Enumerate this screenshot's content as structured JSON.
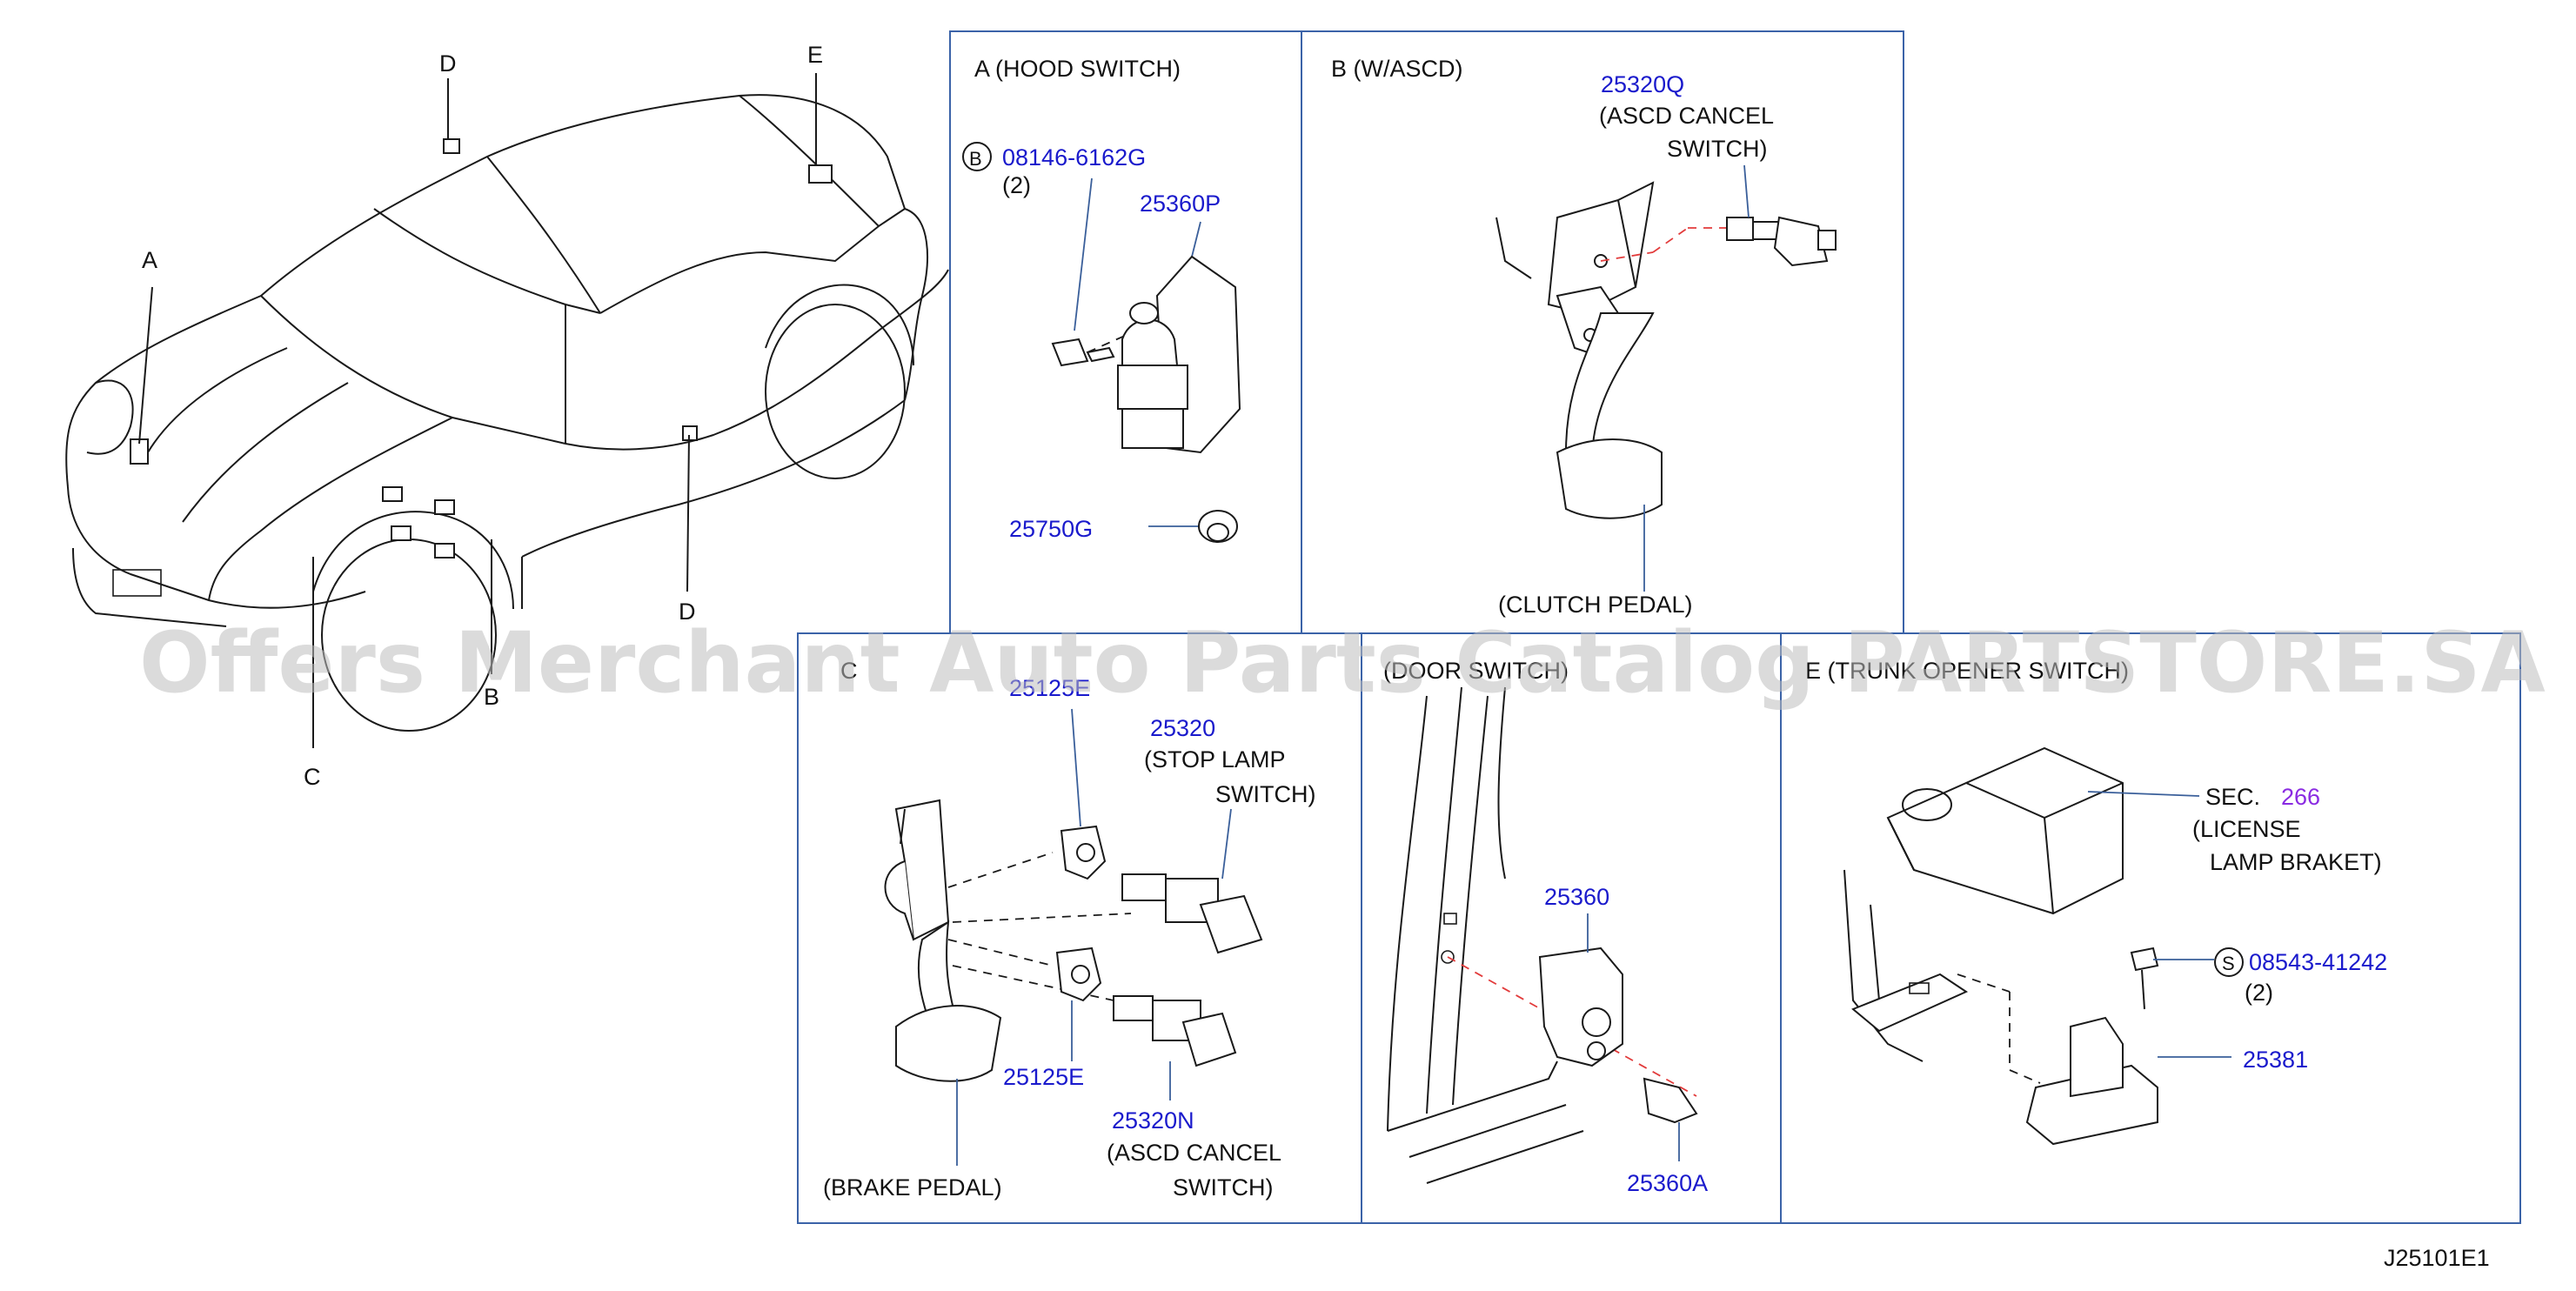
{
  "colors": {
    "part_number": "#1a1acc",
    "section_ref": "#8a2be2",
    "panel_border": "#3b63a8",
    "hidden_line": "#e23b3b",
    "watermark": "#bdbdbd"
  },
  "overview": {
    "callouts": [
      "A",
      "B",
      "C",
      "D",
      "D",
      "E"
    ]
  },
  "panels": {
    "A": {
      "title": "A (HOOD SWITCH)",
      "bolt_prefix": "B",
      "bolt_number": "08146-6162G",
      "bolt_qty": "(2)",
      "switch_number": "25360P",
      "clip_number": "25750G"
    },
    "B": {
      "title": "B (W/ASCD)",
      "switch_number": "25320Q",
      "switch_name_1": "(ASCD CANCEL",
      "switch_name_2": "SWITCH)",
      "pedal_label": "(CLUTCH PEDAL)"
    },
    "C": {
      "title": "C",
      "clip_top_number": "25125E",
      "stop_number": "25320",
      "stop_name_1": "(STOP LAMP",
      "stop_name_2": "SWITCH)",
      "clip_bottom_number": "25125E",
      "ascd_number": "25320N",
      "ascd_name_1": "(ASCD CANCEL",
      "ascd_name_2": "SWITCH)",
      "pedal_label": "(BRAKE PEDAL)"
    },
    "D": {
      "title": "(DOOR SWITCH)",
      "switch_number": "25360",
      "screw_number": "25360A"
    },
    "E": {
      "title": "E (TRUNK OPENER SWITCH)",
      "sec_prefix": "SEC.",
      "sec_number": "266",
      "sec_name_1": "(LICENSE",
      "sec_name_2": "LAMP BRAKET)",
      "screw_prefix": "S",
      "screw_number": "08543-41242",
      "screw_qty": "(2)",
      "switch_number": "25381"
    }
  },
  "diagram_code": "J25101E1",
  "watermark": "Offers Merchant Auto Parts Catalog PARTSTORE.SA"
}
